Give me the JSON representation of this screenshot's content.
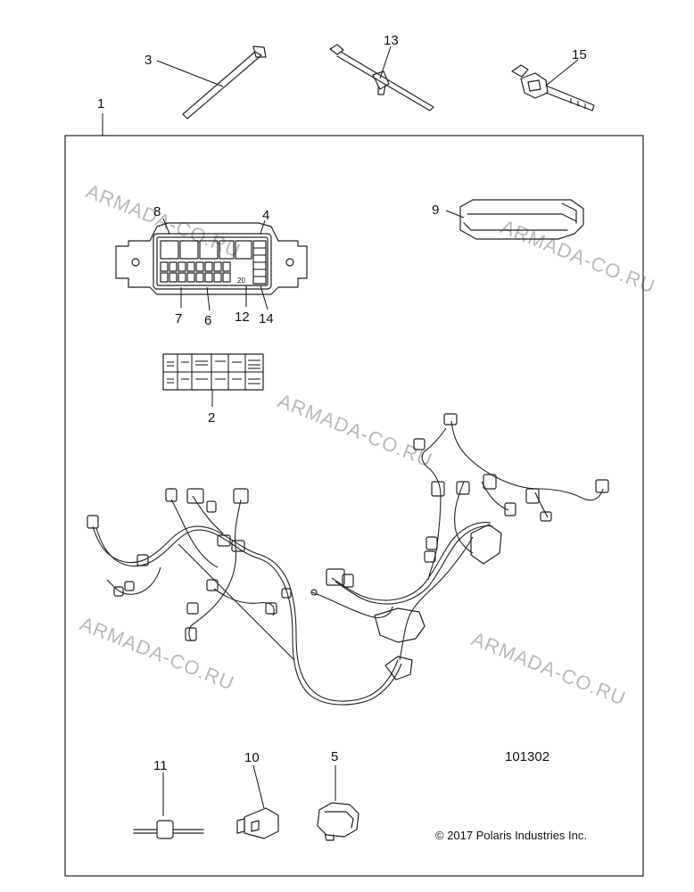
{
  "figure": {
    "drawing_number": "101302",
    "copyright": "© 2017 Polaris Industries Inc.",
    "watermark_text": "ARMADA-CO.RU",
    "frame_color": "#222222",
    "watermark_color": "#b9b9b9"
  },
  "callouts": {
    "c1": "1",
    "c2": "2",
    "c3": "3",
    "c4": "4",
    "c5": "5",
    "c6": "6",
    "c7": "7",
    "c8": "8",
    "c9": "9",
    "c10": "10",
    "c11": "11",
    "c12": "12",
    "c13": "13",
    "c14": "14",
    "c15": "15"
  },
  "fuse_box": {
    "slot_label": "20"
  }
}
